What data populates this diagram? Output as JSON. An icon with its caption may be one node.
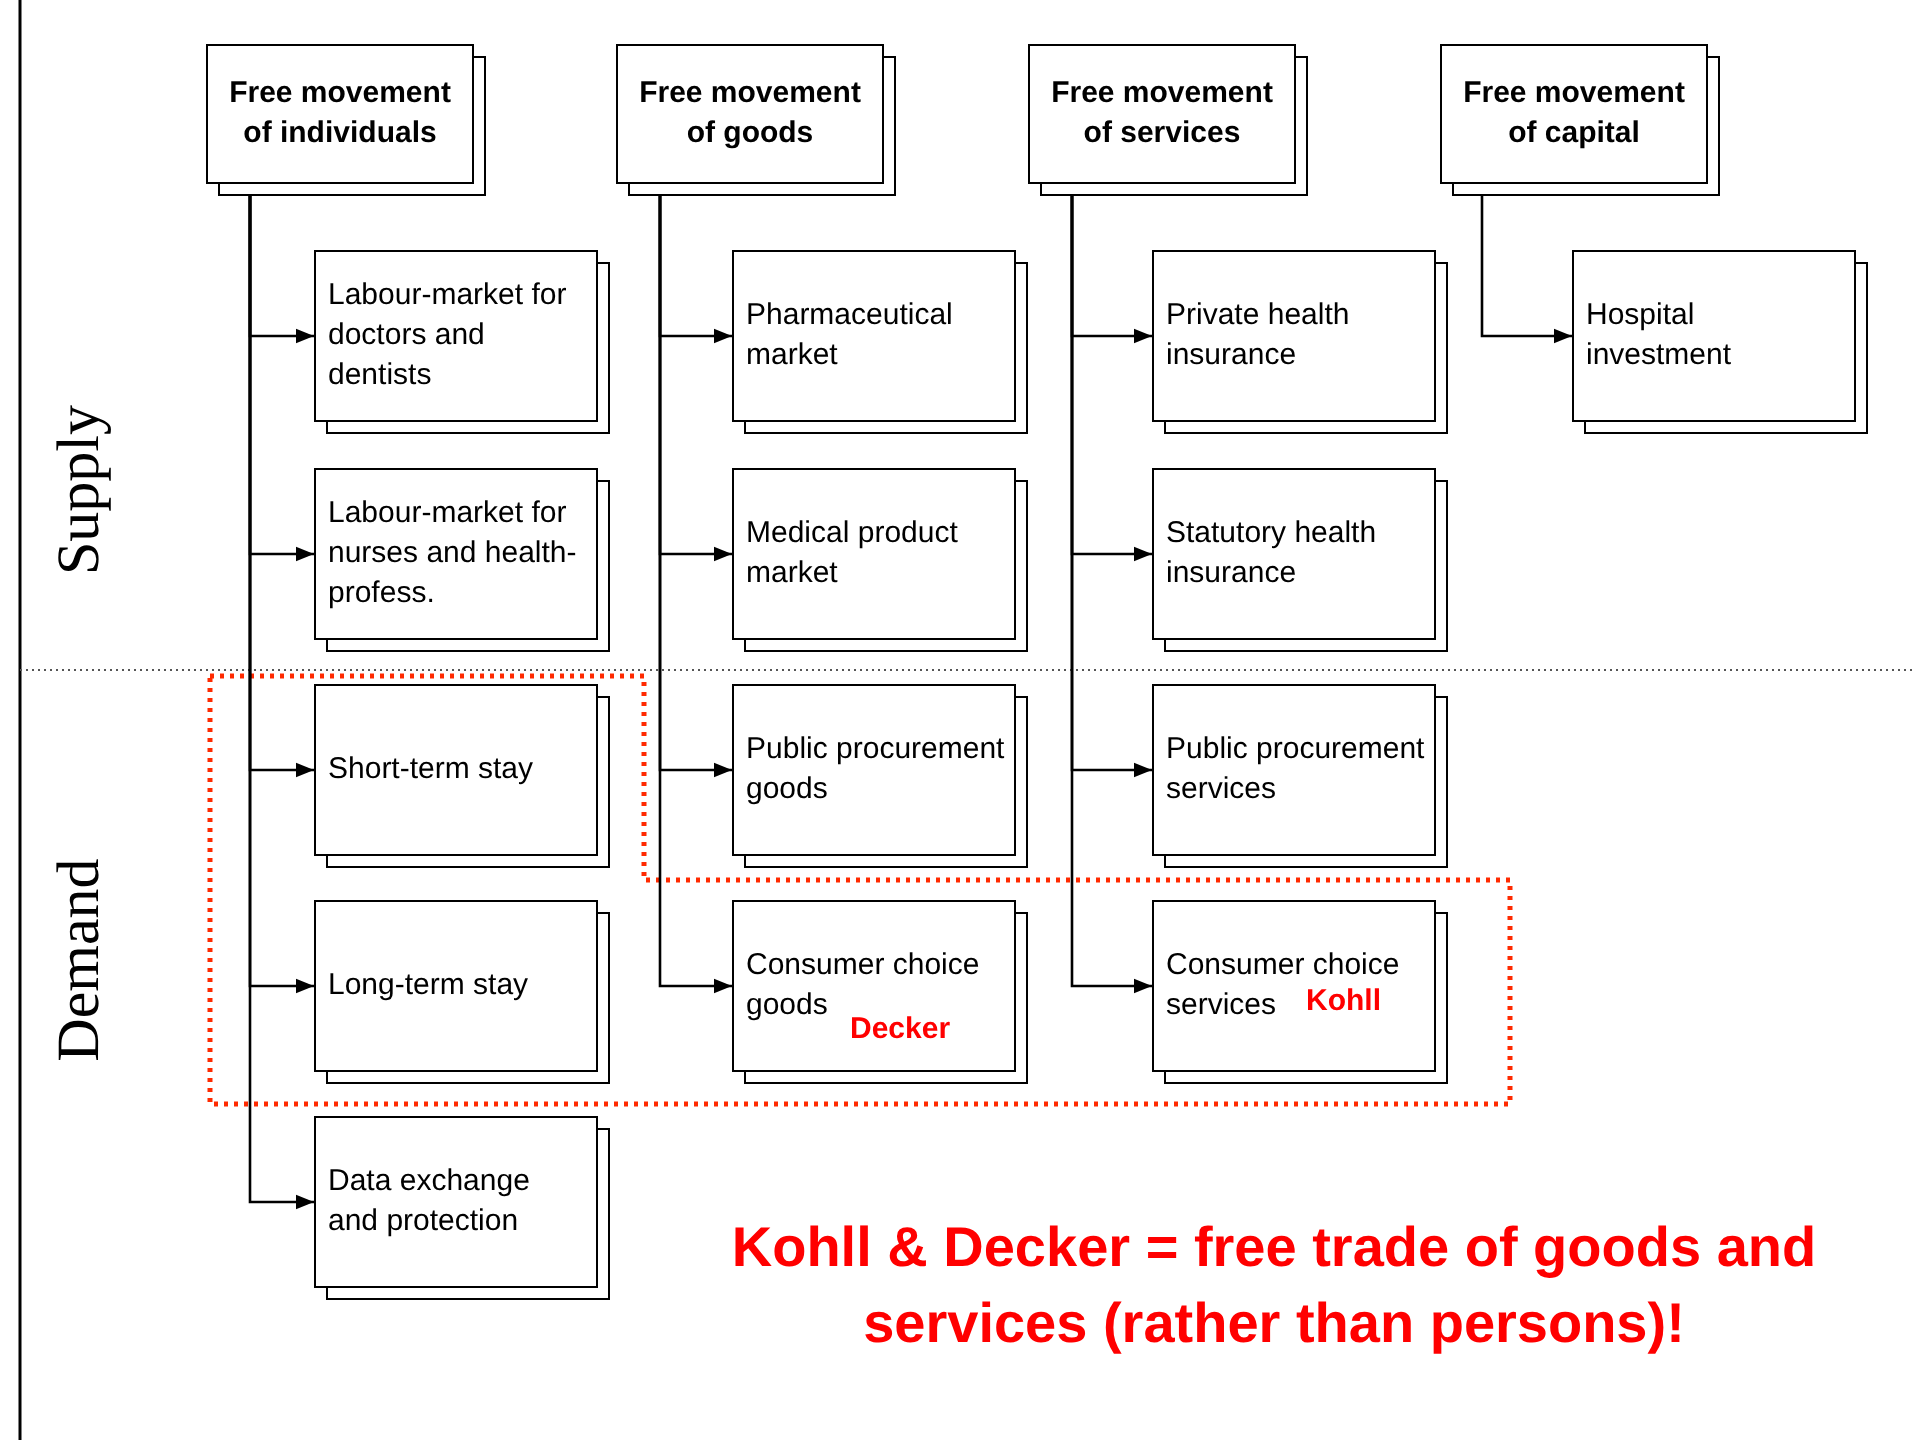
{
  "diagram": {
    "nodes": [
      {
        "text": [
          "Free movement of individuals"
        ]
      },
      {
        "text": [
          "Free movement of goods"
        ]
      },
      {
        "text": [
          "Free movement of services"
        ]
      },
      {
        "text": [
          "Free movement of capital"
        ]
      },
      {
        "text": [
          "Labour-market for doctors and dentists"
        ]
      },
      {
        "text": [
          "Pharmaceutical market"
        ]
      },
      {
        "text": [
          "Private health insurance"
        ]
      },
      {
        "text": [
          "Hospital investment"
        ]
      },
      {
        "text": [
          "Labour-market for nurses and health-profess."
        ]
      },
      {
        "text": [
          "Medical product market"
        ]
      },
      {
        "text": [
          "Statutory health insurance"
        ]
      },
      {
        "text": [
          "Short-term stay"
        ]
      },
      {
        "text": [
          "Public procurement goods"
        ]
      },
      {
        "text": [
          "Public procurement services"
        ]
      },
      {
        "text": [
          "Long-term stay"
        ]
      },
      {
        "text": [
          "Consumer choice goods",
          "Decker"
        ]
      },
      {
        "text": [
          "Consumer choice services",
          "Kohll"
        ]
      },
      {
        "text": [
          "Data exchange and protection"
        ]
      }
    ],
    "edges": [
      {
        "from": 0,
        "to": 4,
        "arrow": "to"
      },
      {
        "from": 0,
        "to": 8,
        "arrow": "to"
      },
      {
        "from": 0,
        "to": 11,
        "arrow": "to"
      },
      {
        "from": 0,
        "to": 14,
        "arrow": "to"
      },
      {
        "from": 0,
        "to": 17,
        "arrow": "to"
      },
      {
        "from": 1,
        "to": 5,
        "arrow": "to"
      },
      {
        "from": 1,
        "to": 9,
        "arrow": "to"
      },
      {
        "from": 1,
        "to": 12,
        "arrow": "to"
      },
      {
        "from": 1,
        "to": 15,
        "arrow": "to"
      },
      {
        "from": 2,
        "to": 6,
        "arrow": "to"
      },
      {
        "from": 2,
        "to": 10,
        "arrow": "to"
      },
      {
        "from": 2,
        "to": 13,
        "arrow": "to"
      },
      {
        "from": 2,
        "to": 16,
        "arrow": "to"
      },
      {
        "from": 3,
        "to": 7,
        "arrow": "to"
      }
    ],
    "labels": [
      "Supply",
      "Demand",
      "Kohll & Decker = free trade of goods and services (rather than persons)!"
    ]
  }
}
